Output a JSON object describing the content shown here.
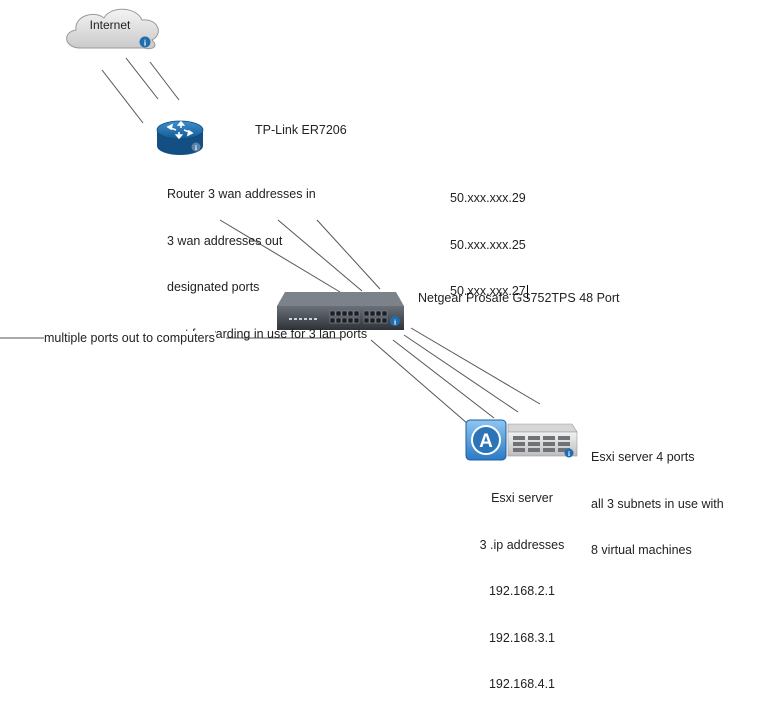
{
  "internet": {
    "label": "Internet",
    "info_icon": "info-icon"
  },
  "router": {
    "title": "TP-Link ER7206",
    "lines": [
      "Router 3 wan addresses in",
      "3 wan addresses out",
      "designated ports",
      "port forwarding in use for 3 lan ports"
    ],
    "icon": "router-icon"
  },
  "wan_ips": [
    "50.xxx.xxx.29",
    "50.xxx.xxx.25",
    "50.xxx.xxx.27"
  ],
  "switch": {
    "title": "Netgear Prosafe GS752TPS 48 Port",
    "icon": "switch-icon"
  },
  "ports_label": "multiple ports out to computers",
  "esxi": {
    "right_lines": [
      "Esxi server 4 ports",
      "all 3 subnets in use with",
      "8 virtual machines"
    ],
    "below_lines": [
      "Esxi server",
      "3 .ip addresses",
      "192.168.2.1",
      "192.168.3.1",
      "192.168.4.1"
    ],
    "app_icon": "vmware-app-icon",
    "server_icon": "server-rack-icon"
  },
  "colors": {
    "line": "#555555",
    "router_blue": "#1f6fb0",
    "switch_body": "#4a4f57",
    "app_blue": "#3b8fd6"
  }
}
